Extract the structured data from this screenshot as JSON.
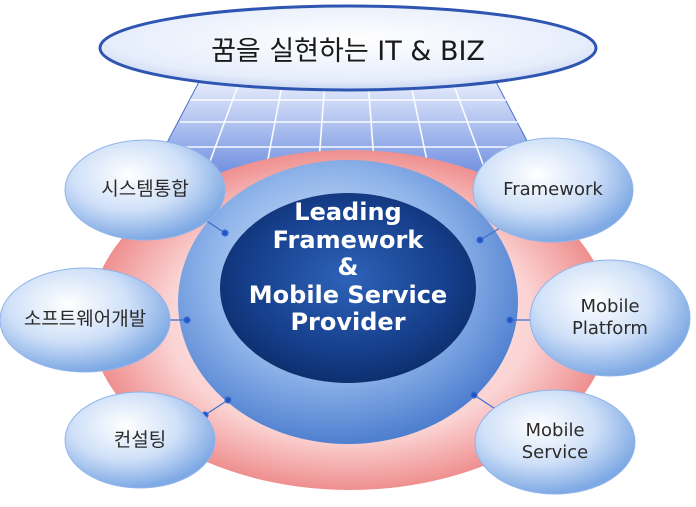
{
  "title": "꿈을 실현하는 IT & BIZ",
  "center": {
    "lines": [
      "Leading",
      "Framework",
      "&",
      "Mobile Service",
      "Provider"
    ]
  },
  "left_nodes": [
    {
      "label": "시스템통합"
    },
    {
      "label": "소프트웨어개발"
    },
    {
      "label": "컨설팅"
    }
  ],
  "right_nodes": [
    {
      "label": "Framework"
    },
    {
      "label_lines": [
        "Mobile",
        "Platform"
      ]
    },
    {
      "label_lines": [
        "Mobile",
        "Service"
      ]
    }
  ],
  "colors": {
    "outer_ring": "#f4a6a6",
    "ring_blue": "#6fa0e0",
    "core_dark": "#123f8a",
    "node_fill": "#bcd6f5",
    "grid": "#5b7fd6"
  }
}
